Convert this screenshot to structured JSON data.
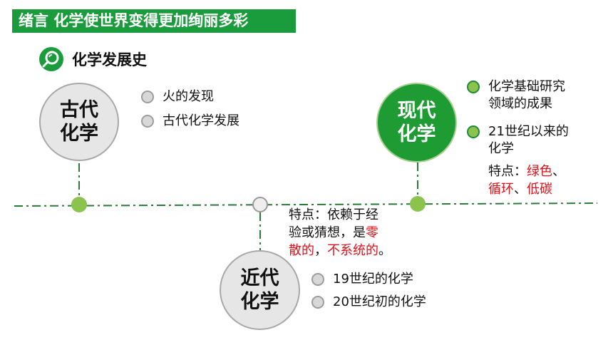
{
  "title": "绪言  化学使世界变得更加绚丽多彩",
  "section": {
    "icon": "search-icon",
    "label": "化学发展史"
  },
  "eras": {
    "ancient": {
      "line1": "古代",
      "line2": "化学"
    },
    "modern_near": {
      "line1": "近代",
      "line2": "化学"
    },
    "contemporary": {
      "line1": "现代",
      "line2": "化学"
    }
  },
  "ancient_bullets": [
    "火的发现",
    "古代化学发展"
  ],
  "near_note": {
    "prefix_line1": "特点：依赖于经",
    "line2_black": "验或猜想，是",
    "line2_red": "零",
    "line3_red1": "散的",
    "line3_sep": "，",
    "line3_red2": "不系统的",
    "line3_end": "。"
  },
  "near_bullets": [
    "19世纪的化学",
    "20世纪初的化学"
  ],
  "contemporary_bullets": [
    {
      "line1": "化学基础研究",
      "line2": "领域的成果"
    },
    {
      "line1": "21世纪以来的",
      "line2": "化学"
    }
  ],
  "contemporary_note": {
    "prefix": "特点：",
    "red1": "绿色",
    "sep1": "、",
    "red2": "循环",
    "sep2": "、",
    "red3": "低碳"
  },
  "colors": {
    "green": "#1a9b3c",
    "line_green": "#2a7a3a",
    "red": "#e0121b",
    "node_green": "#8cc24e"
  }
}
